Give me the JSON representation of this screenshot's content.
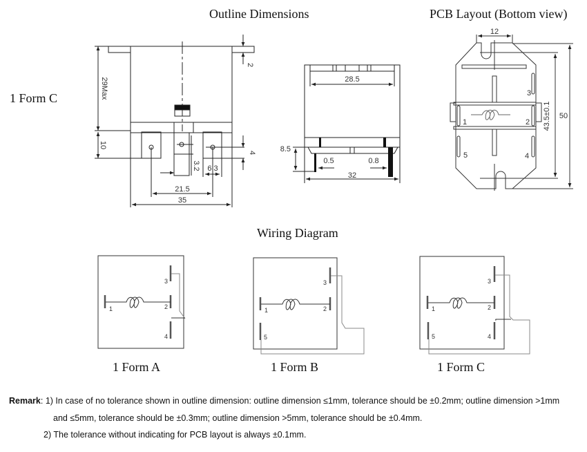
{
  "titles": {
    "outline": "Outline Dimensions",
    "pcb": "PCB Layout (Bottom view)",
    "wiring": "Wiring Diagram"
  },
  "side_label": "1 Form C",
  "outline_front": {
    "dims": {
      "flange": "2",
      "height_max": "29Max",
      "pin_height": "10",
      "pin_hole": "4",
      "pin_gap": "3.2",
      "pin_width": "6.3",
      "pin_span": "21.5",
      "width": "35"
    }
  },
  "outline_side": {
    "dims": {
      "inner_width": "28.5",
      "pin_height": "8.5",
      "thin_pin": "0.5",
      "thick_pin": "0.8",
      "width": "32"
    }
  },
  "pcb": {
    "dims": {
      "slot_width": "12",
      "hole_span": "43.5±0.1",
      "total_height": "50"
    },
    "pins": [
      "1",
      "2",
      "3",
      "4",
      "5"
    ]
  },
  "wiring": [
    {
      "label": "1 Form A",
      "pins": [
        "1",
        "2",
        "3",
        "4"
      ]
    },
    {
      "label": "1 Form B",
      "pins": [
        "1",
        "2",
        "3",
        "5"
      ]
    },
    {
      "label": "1 Form C",
      "pins": [
        "1",
        "2",
        "3",
        "4",
        "5"
      ]
    }
  ],
  "remark": {
    "heading": "Remark",
    "line1": ": 1) In case of no tolerance shown in outline dimension: outline dimension ≤1mm, tolerance should be ±0.2mm; outline dimension >1mm",
    "line2": "and ≤5mm, tolerance should be ±0.3mm; outline dimension >5mm, tolerance should be ±0.4mm.",
    "line3": "2) The tolerance without indicating for PCB layout is always ±0.1mm."
  }
}
